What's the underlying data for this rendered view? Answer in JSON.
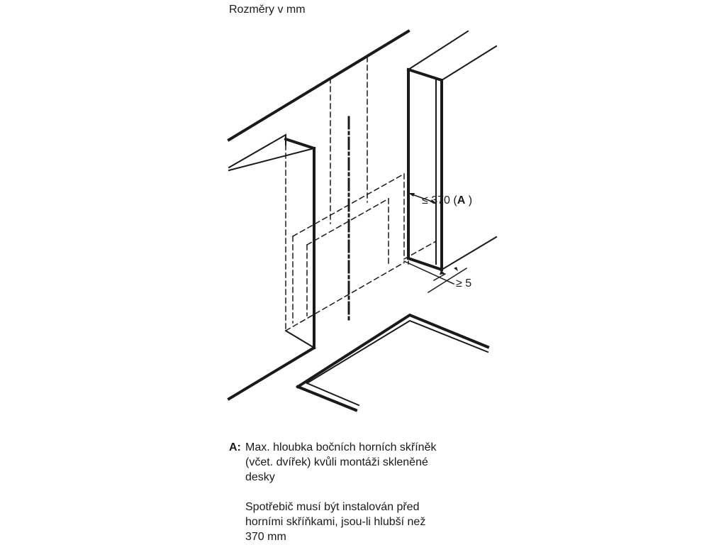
{
  "title": "Rozměry v mm",
  "dimensions": {
    "max_depth_prefix": "≤ 370 (",
    "max_depth_key": "A",
    "max_depth_suffix": " )",
    "min_gap": "≥ 5"
  },
  "legend": {
    "key": "A:",
    "line1": "Max. hloubka bočních horních skříněk",
    "line2": "(včet. dvířek) kvůli montáži skleněné",
    "line3": "desky",
    "note_line1": "Spotřebič musí být instalován před",
    "note_line2": "horními skříňkami, jsou-li hlubší než",
    "note_line3": "370 mm"
  },
  "colors": {
    "line": "#1a1a1a",
    "background": "#ffffff"
  }
}
